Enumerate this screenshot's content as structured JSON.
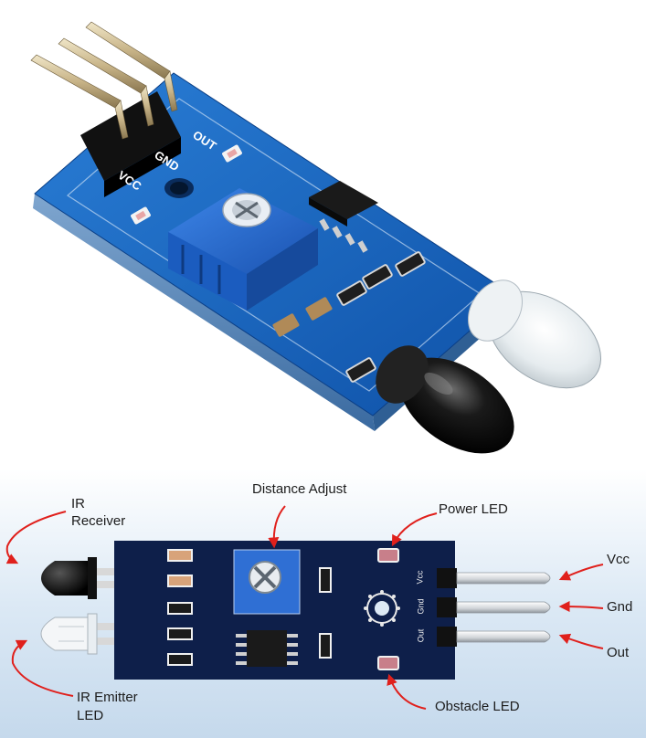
{
  "photo": {
    "silkscreen": [
      "OUT",
      "GND",
      "VCC"
    ],
    "board_color": "#1460b8",
    "pot_color": "#2a6fd6"
  },
  "diagram": {
    "labels": {
      "distance_adjust": "Distance Adjust",
      "ir_receiver_line1": "IR",
      "ir_receiver_line2": "Receiver",
      "power_led": "Power LED",
      "vcc": "Vcc",
      "gnd": "Gnd",
      "out": "Out",
      "ir_emitter_line1": "IR Emitter",
      "ir_emitter_line2": "LED",
      "obstacle_led": "Obstacle LED"
    },
    "pin_labels": {
      "vcc": "Vcc",
      "gnd": "Gnd",
      "out": "Out"
    },
    "colors": {
      "board": "#0e1f4a",
      "background": "#dce9f5",
      "arrow": "#e0201c"
    }
  }
}
